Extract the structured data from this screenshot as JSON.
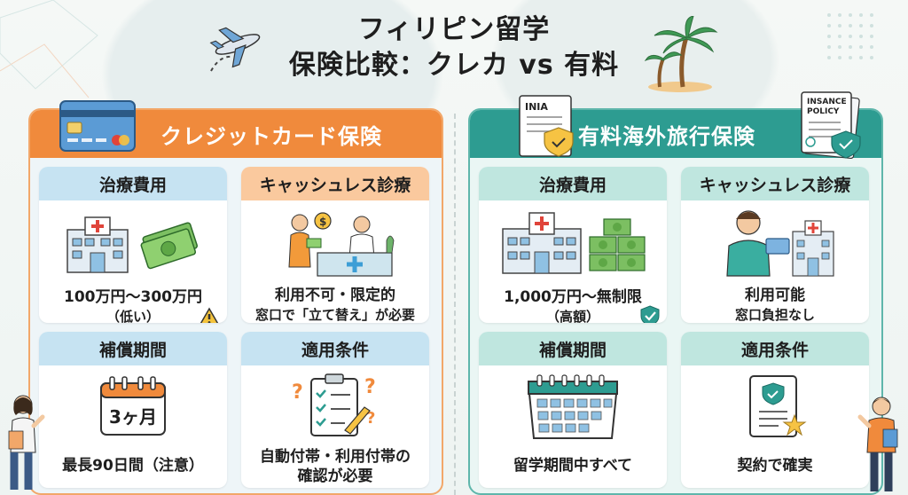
{
  "title": {
    "line1": "フィリピン留学",
    "line2": "保険比較：クレカ vs 有料"
  },
  "left_panel": {
    "header": "クレジットカード保険",
    "cards": {
      "medical": {
        "header": "治療費用",
        "main": "100万円〜300万円",
        "sub": "（低い）"
      },
      "cashless": {
        "header": "キャッシュレス診療",
        "main": "利用不可・限定的",
        "sub": "窓口で「立て替え」が必要"
      },
      "period": {
        "header": "補償期間",
        "calendar": "3ヶ月",
        "main": "最長90日間（注意）"
      },
      "conditions": {
        "header": "適用条件",
        "main": "自動付帯・利用付帯の",
        "sub": "確認が必要"
      }
    }
  },
  "right_panel": {
    "header": "有料海外旅行保険",
    "doc_labels": {
      "doc1": "INIA",
      "doc2_line1": "INSANCE",
      "doc2_line2": "POLICY"
    },
    "cards": {
      "medical": {
        "header": "治療費用",
        "main": "1,000万円〜無制限",
        "sub": "（高額）"
      },
      "cashless": {
        "header": "キャッシュレス診療",
        "main": "利用可能",
        "sub": "窓口負担なし"
      },
      "period": {
        "header": "補償期間",
        "main": "留学期間中すべて"
      },
      "conditions": {
        "header": "適用条件",
        "main": "契約で確実"
      }
    }
  },
  "colors": {
    "orange": "#f08a3c",
    "teal": "#2d9c91",
    "blue_header": "#c6e3f2",
    "orange_header": "#fac99e",
    "teal_header": "#bfe6df"
  }
}
